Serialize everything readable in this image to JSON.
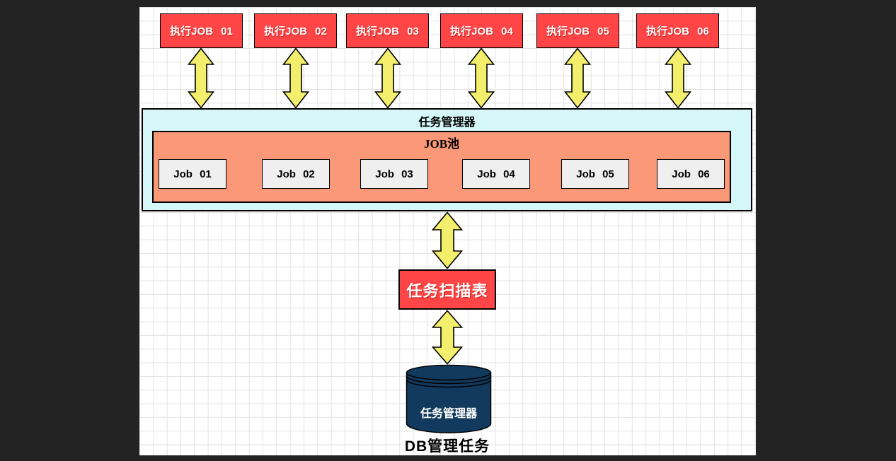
{
  "diagram": {
    "executors": [
      "执行JOB 01",
      "执行JOB 02",
      "执行JOB 03",
      "执行JOB 04",
      "执行JOB 05",
      "执行JOB 06"
    ],
    "task_manager": {
      "title": "任务管理器"
    },
    "job_pool": {
      "title": "JOB池",
      "jobs": [
        "Job 01",
        "Job 02",
        "Job 03",
        "Job 04",
        "Job 05",
        "Job 06"
      ]
    },
    "scan_table": {
      "label": "任务扫描表"
    },
    "database": {
      "label": "任务管理器",
      "caption": "DB管理任务"
    },
    "icons": {
      "connector": "double-arrow-icon"
    },
    "colors": {
      "executor_red": "#ff4545",
      "arrow_yellow": "#f3ef6d",
      "manager_cyan": "#d6f7f9",
      "pool_salmon": "#fa9877",
      "job_gray": "#efefef",
      "db_navy": "#123a5e",
      "grid_line": "#e2e2e2",
      "backdrop": "#232323"
    }
  }
}
